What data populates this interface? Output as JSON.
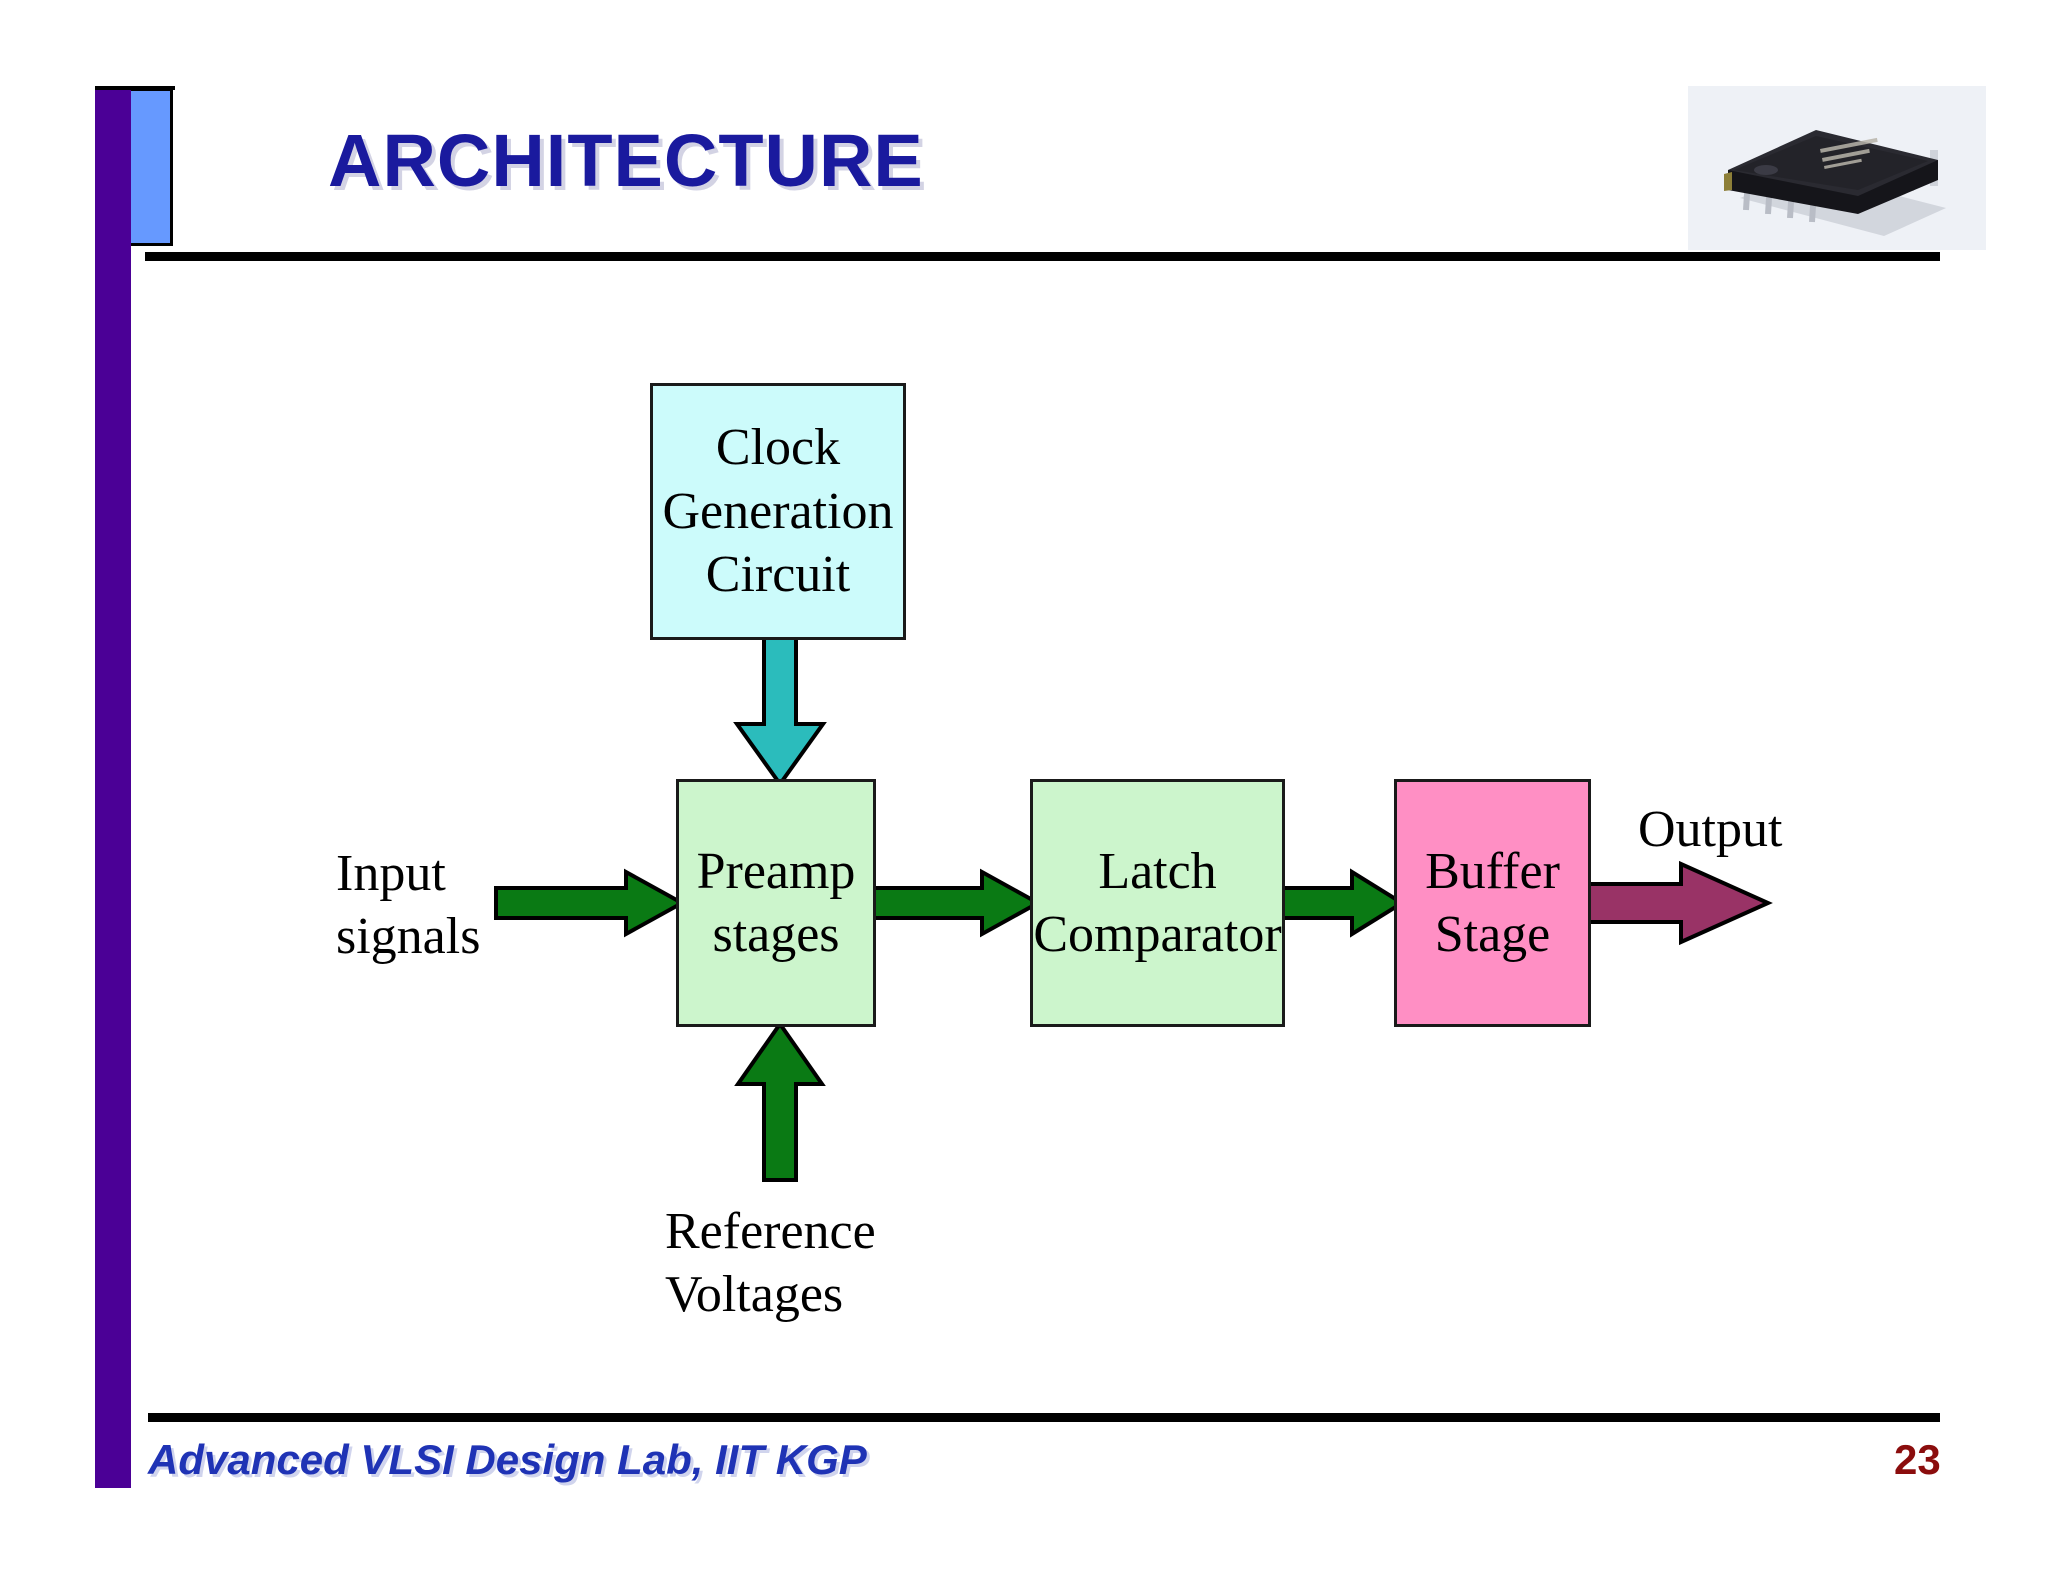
{
  "slide": {
    "title": "ARCHITECTURE",
    "footer_text": "Advanced VLSI Design Lab, IIT KGP",
    "slide_number": "23",
    "title_color": "#1a1a9e",
    "footer_color": "#1f33b5",
    "slide_number_color": "#8b0d0d",
    "accent_bar_color": "#4b0096",
    "accent_tab_color": "#6699ff",
    "background_color": "#ffffff"
  },
  "header": {
    "chip_image_alt": "dip-ic-chip-photo"
  },
  "diagram": {
    "type": "block-diagram",
    "blocks": [
      {
        "id": "clock",
        "lines": [
          "Clock",
          "Generation",
          "Circuit"
        ],
        "fill": "#ccfbfb",
        "border": "#1a1a1a"
      },
      {
        "id": "preamp",
        "lines": [
          "Preamp",
          "stages"
        ],
        "fill": "#ccf5cc",
        "border": "#1a1a1a"
      },
      {
        "id": "latch",
        "lines": [
          "Latch",
          "Comparator"
        ],
        "fill": "#ccf5cc",
        "border": "#1a1a1a"
      },
      {
        "id": "buffer",
        "lines": [
          "Buffer",
          "Stage"
        ],
        "fill": "#ff8fc4",
        "border": "#1a1a1a"
      }
    ],
    "labels": [
      {
        "id": "input",
        "lines": [
          "Input",
          "signals"
        ]
      },
      {
        "id": "output",
        "lines": [
          "Output"
        ]
      },
      {
        "id": "reference",
        "lines": [
          "Reference",
          "Voltages"
        ]
      }
    ],
    "arrows": [
      {
        "id": "clock-to-preamp",
        "direction": "down",
        "color": "#2bbcbc",
        "from": "clock",
        "to": "preamp"
      },
      {
        "id": "input-to-preamp",
        "direction": "right",
        "color": "#0a7a14",
        "from": "input",
        "to": "preamp"
      },
      {
        "id": "preamp-to-latch",
        "direction": "right",
        "color": "#0a7a14",
        "from": "preamp",
        "to": "latch"
      },
      {
        "id": "latch-to-buffer",
        "direction": "right",
        "color": "#0a7a14",
        "from": "latch",
        "to": "buffer"
      },
      {
        "id": "buffer-to-output",
        "direction": "right",
        "color": "#993366",
        "from": "buffer",
        "to": "output"
      },
      {
        "id": "reference-to-preamp",
        "direction": "up",
        "color": "#0a7a14",
        "from": "reference",
        "to": "preamp"
      }
    ]
  }
}
